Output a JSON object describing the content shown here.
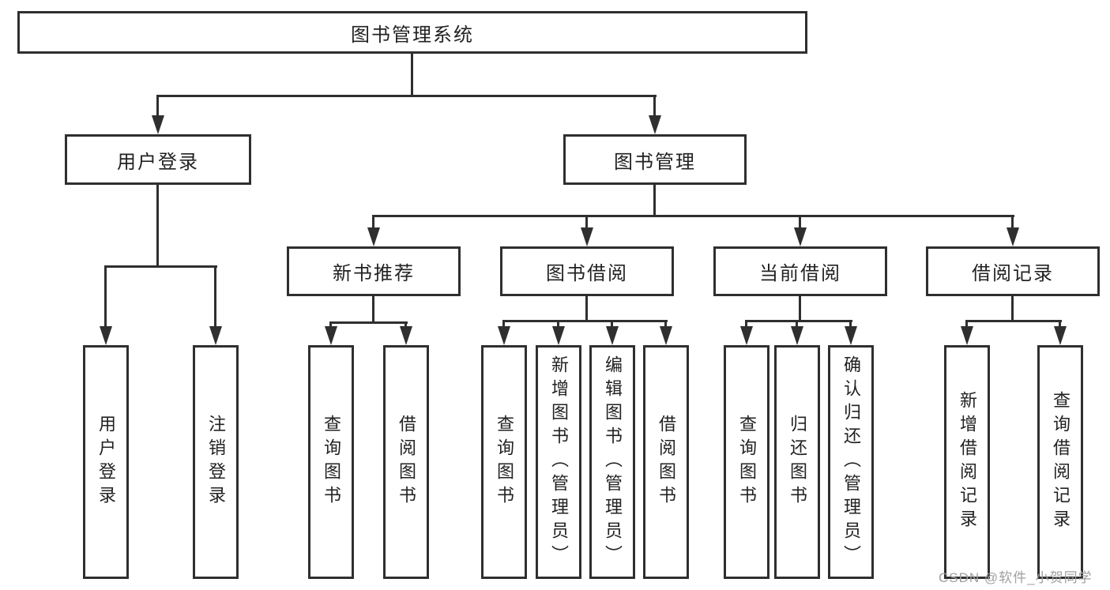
{
  "diagram": {
    "type": "hierarchy-tree",
    "tree": {
      "root": {
        "label": "图书管理系统"
      },
      "branches": [
        {
          "label": "用户登录",
          "children": [
            {
              "label": "用户登录"
            },
            {
              "label": "注销登录"
            }
          ]
        },
        {
          "label": "图书管理",
          "groups": [
            {
              "label": "新书推荐",
              "children": [
                {
                  "label": "查询图书"
                },
                {
                  "label": "借阅图书"
                }
              ]
            },
            {
              "label": "图书借阅",
              "children": [
                {
                  "label": "查询图书"
                },
                {
                  "label": "新增图书（管理员）"
                },
                {
                  "label": "编辑图书（管理员）"
                },
                {
                  "label": "借阅图书"
                }
              ]
            },
            {
              "label": "当前借阅",
              "children": [
                {
                  "label": "查询图书"
                },
                {
                  "label": "归还图书"
                },
                {
                  "label": "确认归还（管理员）"
                }
              ]
            },
            {
              "label": "借阅记录",
              "children": [
                {
                  "label": "新增借阅记录"
                },
                {
                  "label": "查询借阅记录"
                }
              ]
            }
          ]
        }
      ]
    },
    "colors": {
      "line": "#2f2f2f",
      "text": "#222222",
      "background": "#ffffff"
    }
  },
  "watermark": {
    "text": "CSDN @软件_小贺同学",
    "color": "#a0a0a0"
  }
}
